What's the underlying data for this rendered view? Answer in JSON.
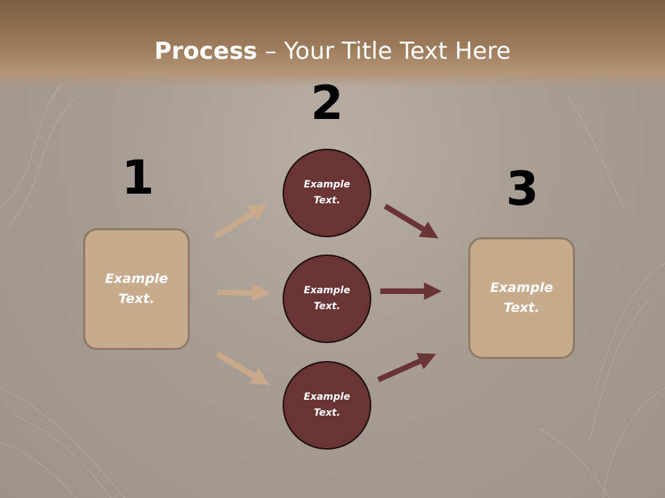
{
  "title": {
    "bold": "Process",
    "rest": " – Your Title Text Here"
  },
  "steps": {
    "one": "1",
    "two": "2",
    "three": "3"
  },
  "left_box": {
    "label": "Example Text."
  },
  "right_box": {
    "label": "Example Text."
  },
  "circles": [
    {
      "label": "Example Text."
    },
    {
      "label": "Example Text."
    },
    {
      "label": "Example Text."
    }
  ],
  "colors": {
    "title_band": "#9c7c5b",
    "box_fill": "#c7ab8d",
    "box_border": "#8e7a66",
    "circle_fill": "#6a3434",
    "arrow_light": "#c9ab8c",
    "arrow_dark": "#6a3434"
  }
}
